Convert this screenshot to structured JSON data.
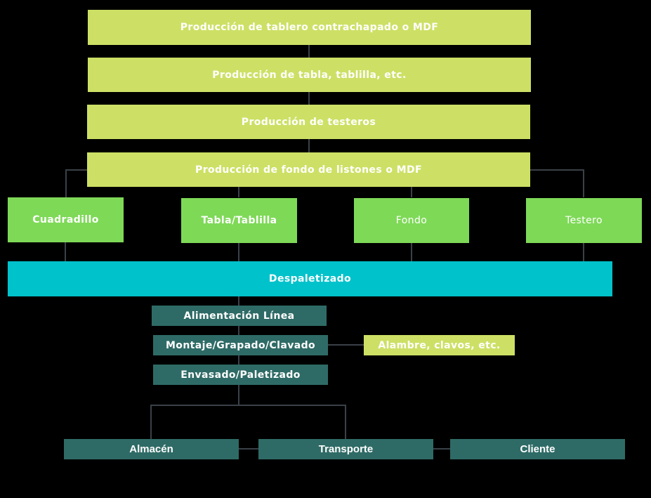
{
  "production": [
    "Producción de tablero contrachapado o MDF",
    "Producción de tabla, tablilla, etc.",
    "Producción de testeros",
    "Producción de fondo de listones o MDF"
  ],
  "components": [
    "Cuadradillo",
    "Tabla/Tablilla",
    "Fondo",
    "Testero"
  ],
  "depalletizing": "Despaletizado",
  "line_steps": [
    "Alimentación Línea",
    "Montaje/Grapado/Clavado",
    "Envasado/Paletizado"
  ],
  "supplies": "Alambre, clavos, etc.",
  "destinations": [
    "Almacén",
    "Transporte",
    "Cliente"
  ],
  "colors": {
    "production": "#cde065",
    "components": "#7ed957",
    "depalletizing": "#00c2cb",
    "line": "#2f6b66",
    "connector": "#3a4148"
  }
}
